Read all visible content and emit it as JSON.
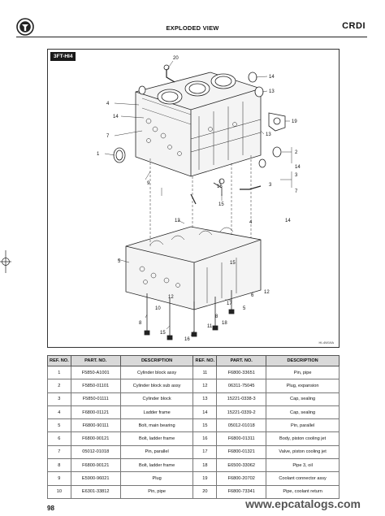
{
  "header": {
    "title": "EXPLODED VIEW",
    "brand": "CRDI"
  },
  "diagram": {
    "model_tag": "3FT-HI4",
    "figure_code": "HI-4W19A",
    "callouts": [
      "20",
      "14",
      "13",
      "4",
      "14",
      "7",
      "19",
      "13",
      "1",
      "2",
      "14",
      "9",
      "16",
      "15",
      "3",
      "7",
      "13",
      "4",
      "14",
      "5",
      "8",
      "6",
      "15",
      "18",
      "16",
      "8",
      "17",
      "15",
      "12",
      "5",
      "11",
      "10",
      "12",
      "3"
    ]
  },
  "table": {
    "headers": [
      "REF. NO.",
      "PART. NO.",
      "DESCRIPTION",
      "REF. NO.",
      "PART. NO.",
      "DESCRIPTION"
    ],
    "rows": [
      [
        "1",
        "F5850-A1001",
        "Cylinder block assy",
        "11",
        "F6800-33651",
        "Pin, pipe"
      ],
      [
        "2",
        "F5850-01101",
        "Cylinder block sub assy",
        "12",
        "06311-75045",
        "Plug, expansion"
      ],
      [
        "3",
        "F5850-01111",
        "Cylinder block",
        "13",
        "15221-0338-3",
        "Cap, sealing"
      ],
      [
        "4",
        "F6800-01121",
        "Ladder frame",
        "14",
        "15221-0339-2",
        "Cap, sealing"
      ],
      [
        "5",
        "F6800-90111",
        "Bolt, main bearing",
        "15",
        "05012-01018",
        "Pin, parallel"
      ],
      [
        "6",
        "F6800-90121",
        "Bolt, ladder frame",
        "16",
        "F6800-01311",
        "Body, piston cooling jet"
      ],
      [
        "7",
        "05012-01018",
        "Pin, parallel",
        "17",
        "F6800-01321",
        "Valve, piston cooling jet"
      ],
      [
        "8",
        "F6800-90121",
        "Bolt, ladder frame",
        "18",
        "E6500-33062",
        "Pipe 3, oil"
      ],
      [
        "9",
        "E5900-96021",
        "Plug",
        "19",
        "F6800-20702",
        "Coolant connector assy"
      ],
      [
        "10",
        "E6301-33812",
        "Pin, pipe",
        "20",
        "F6800-73341",
        "Pipe, coolant return"
      ]
    ]
  },
  "footer": {
    "page_number": "98",
    "site": "www.epcatalogs.com"
  }
}
